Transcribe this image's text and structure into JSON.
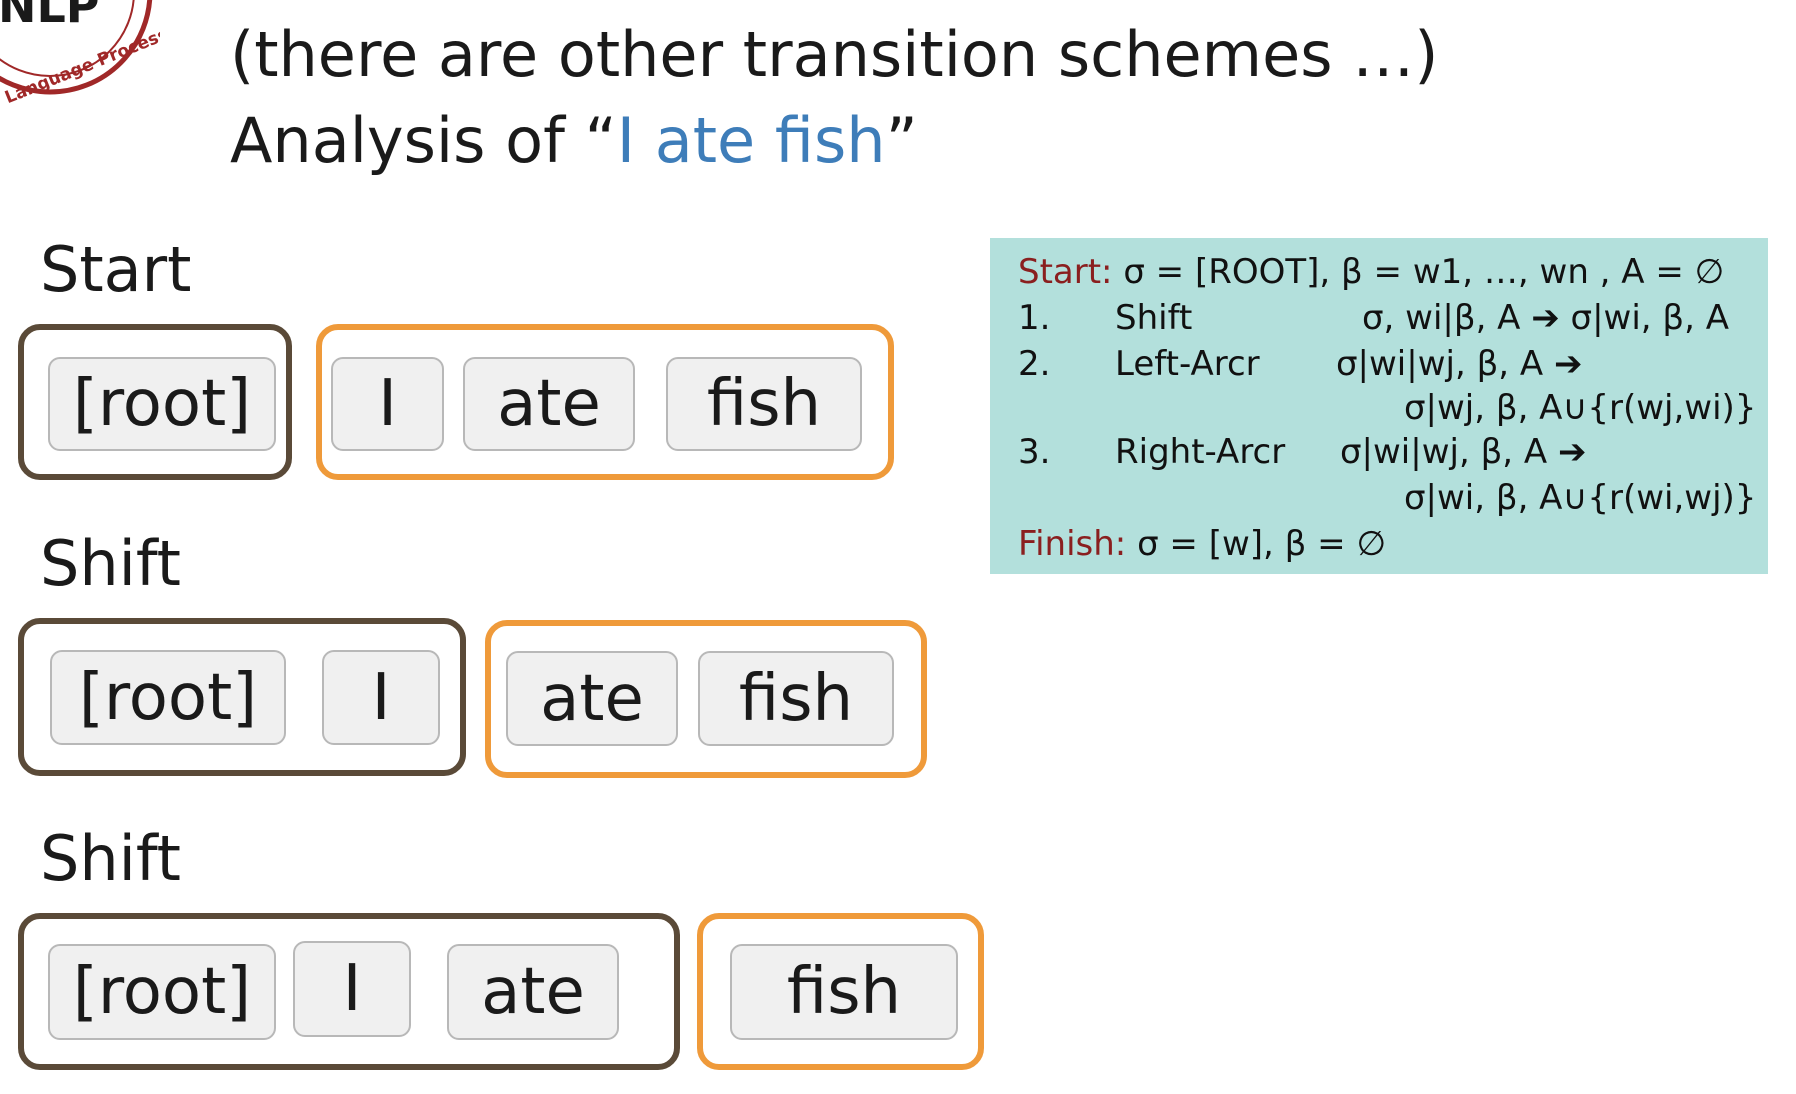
{
  "logo": {
    "letters": "NLP",
    "ring_text": "Language Processing"
  },
  "title": {
    "line1": "(there are other transition schemes …)",
    "line2_prefix": "Analysis of “",
    "line2_highlight": "I ate fish",
    "line2_suffix": "”"
  },
  "steps": [
    {
      "label": "Start",
      "stack": [
        "[root]"
      ],
      "buffer": [
        "I",
        "ate",
        "fish"
      ]
    },
    {
      "label": "Shift",
      "stack": [
        "[root]",
        "I"
      ],
      "buffer": [
        "ate",
        "fish"
      ]
    },
    {
      "label": "Shift",
      "stack": [
        "[root]",
        "I",
        "ate"
      ],
      "buffer": [
        "fish"
      ]
    }
  ],
  "rules": {
    "start_label": "Start:",
    "start_text": "σ = [ROOT], β = w1, …, wn , A = ∅",
    "items": [
      {
        "num": "1.",
        "name": "Shift",
        "text": "σ, wi|β, A ➔ σ|wi, β, A"
      },
      {
        "num": "2.",
        "name": "Left-Arcr",
        "text": "σ|wi|wj, β, A ➔",
        "cont": "σ|wj, β, A∪{r(wj,wi)}"
      },
      {
        "num": "3.",
        "name": "Right-Arcr",
        "text": "σ|wi|wj, β, A ➔",
        "cont": "σ|wi, β, A∪{r(wi,wj)}"
      }
    ],
    "finish_label": "Finish:",
    "finish_text": "σ = [w], β = ∅"
  },
  "colors": {
    "stack_border": "#5a4a38",
    "buffer_border": "#ef9a3a",
    "highlight": "#3e7db9",
    "rule_box": "#b3e0dc",
    "rule_label": "#8a1f1f"
  }
}
